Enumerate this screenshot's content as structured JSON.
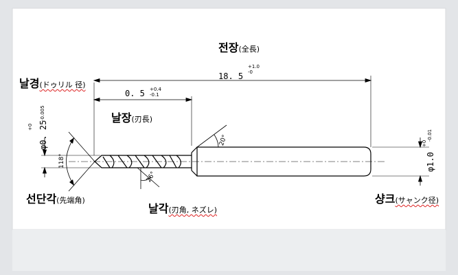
{
  "labels": {
    "total_length": {
      "kr": "전장",
      "jp": "(全長)"
    },
    "blade_diameter": {
      "kr": "날경",
      "jp": "(ドゥリル 径)"
    },
    "blade_length": {
      "kr": "날장",
      "jp": "(刃長)"
    },
    "point_angle": {
      "kr": "선단각",
      "jp": "(先端角)"
    },
    "helix": {
      "kr": "날각",
      "jp": "(刃角, ネズレ)"
    },
    "shank": {
      "kr": "샹크",
      "jp": "(サャンク径)"
    }
  },
  "dims": {
    "total": {
      "value": "18. 5",
      "tol_upper": "+1.0",
      "tol_lower": "-0"
    },
    "flute": {
      "value": "0. 5",
      "tol_upper": "+0.4",
      "tol_lower": "-0.1"
    },
    "diameter": {
      "value": "φ0. 25",
      "tol_upper": "+0",
      "tol_lower": "-0.005"
    },
    "shank_dia": {
      "value": "φ1.0",
      "tol_upper": "+0",
      "tol_lower": "-0.01"
    }
  },
  "angles": {
    "point": "118°",
    "helix": "26°",
    "chamfer": "20°"
  }
}
